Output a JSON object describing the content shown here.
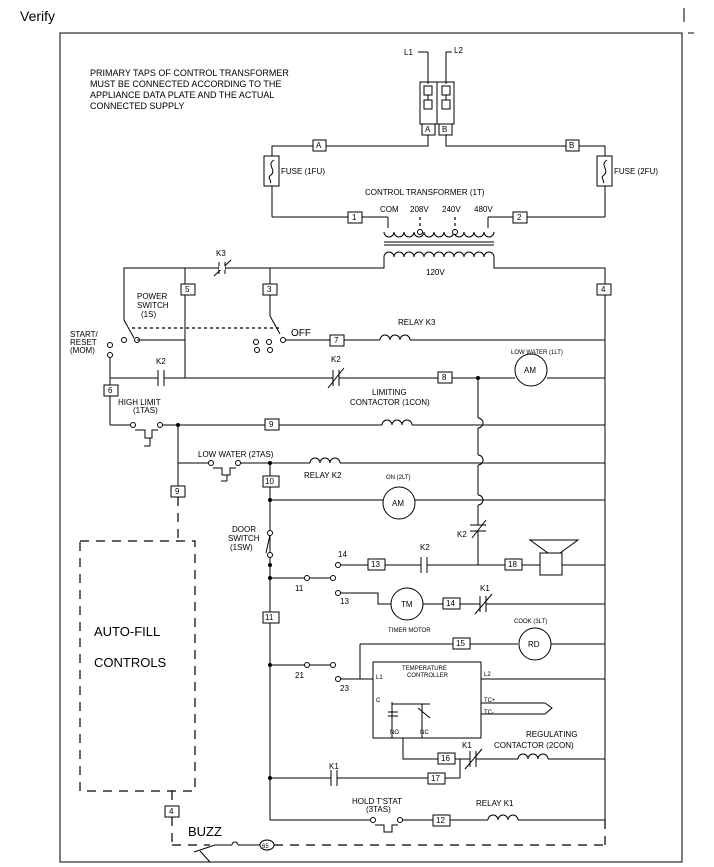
{
  "header": {
    "verify_text": "Verify"
  },
  "notes": {
    "primary_taps": [
      "PRIMARY TAPS OF CONTROL TRANSFORMER",
      "MUST BE CONNECTED ACCORDING TO THE",
      "APPLIANCE DATA PLATE AND THE ACTUAL",
      "CONNECTED SUPPLY"
    ]
  },
  "supply": {
    "l1": "L1",
    "l2": "L2"
  },
  "wires": {
    "a": "A",
    "b": "B",
    "w1": "1",
    "w2": "2",
    "w3": "3",
    "w4": "4",
    "w5": "5",
    "w6": "6",
    "w7": "7",
    "w8": "8",
    "w9": "9",
    "w9b": "9",
    "w10": "10",
    "w11": "11",
    "w12": "12",
    "w13": "13",
    "w14": "14",
    "w15": "15",
    "w16": "16",
    "w17": "17",
    "w18": "18",
    "w4b": "4",
    "w65": "65"
  },
  "components": {
    "fuse1": "FUSE (1FU)",
    "fuse2": "FUSE (2FU)",
    "transformer": "CONTROL TRANSFORMER (1T)",
    "tap_com": "COM",
    "tap_208": "208V",
    "tap_240": "240V",
    "tap_480": "480V",
    "secondary": "120V",
    "k3_contact": "K3",
    "power_switch": [
      "POWER",
      "SWITCH",
      "(1S)"
    ],
    "off": "OFF",
    "relay_k3": "RELAY K3",
    "start_reset": [
      "START/",
      "RESET",
      "(MOM)"
    ],
    "k2_contact_a": "K2",
    "k2_contact_b": "K2",
    "low_water_light": "LOW WATER (1LT)",
    "am": "AM",
    "am2": "AM",
    "rd": "RD",
    "high_limit": [
      "HIGH LIMIT",
      "(1TAS)"
    ],
    "limiting_contactor": [
      "LIMITING",
      "CONTACTOR (1CON)"
    ],
    "low_water_switch": "LOW WATER (2TAS)",
    "relay_k2": "RELAY K2",
    "on_light": "ON (2LT)",
    "k2_contact_c": "K2",
    "door_switch": [
      "DOOR",
      "SWITCH",
      "(1SW)"
    ],
    "k2_contact_d": "K2",
    "k1_contact_a": "K1",
    "term_14": "14",
    "term_11": "11",
    "term_13": "13",
    "term_21": "21",
    "term_23": "23",
    "tm": "TM",
    "timer_motor": "TIMER MOTOR",
    "cook_light": "COOK (3LT)",
    "temp_controller": [
      "TEMPERATURE",
      "CONTROLLER"
    ],
    "tc_l1": "L1",
    "tc_l2": "L2",
    "tc_c": "C",
    "tc_no": "NO",
    "tc_nc": "NC",
    "tc_plus": "TC+",
    "tc_minus": "TC-",
    "k1_contact_b": "K1",
    "regulating_contactor": [
      "REGULATING",
      "CONTACTOR (2CON)"
    ],
    "k1_contact_c": "K1",
    "hold_tstat": [
      "HOLD T'STAT",
      "(3TAS)"
    ],
    "relay_k1": "RELAY K1",
    "auto_fill": [
      "AUTO-FILL",
      "CONTROLS"
    ],
    "buzz": "BUZZ"
  }
}
